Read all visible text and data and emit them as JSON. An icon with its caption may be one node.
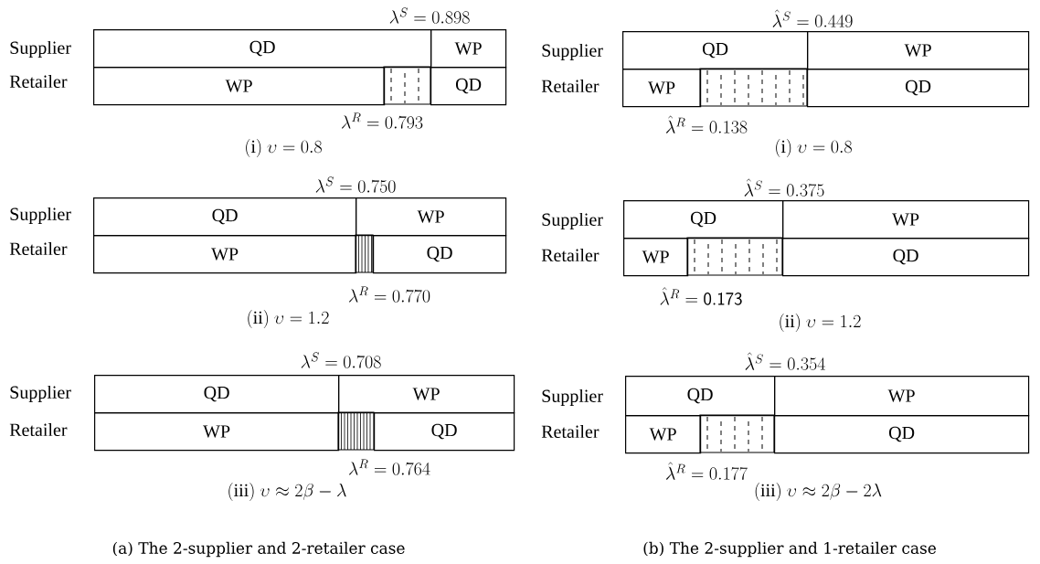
{
  "diagram": {
    "nodes": [
      {
        "text": [
          "QD"
        ]
      },
      {
        "text": [
          "WP"
        ]
      },
      {
        "text": [
          "WP"
        ]
      },
      {
        "text": [
          "QD"
        ]
      },
      {
        "text": [
          "QD"
        ]
      },
      {
        "text": [
          "WP"
        ]
      },
      {
        "text": [
          "WP"
        ]
      },
      {
        "text": [
          "QD"
        ]
      },
      {
        "text": [
          "QD"
        ]
      },
      {
        "text": [
          "WP"
        ]
      },
      {
        "text": [
          "WP"
        ]
      },
      {
        "text": [
          "QD"
        ]
      },
      {
        "text": [
          "QD"
        ]
      },
      {
        "text": [
          "WP"
        ]
      },
      {
        "text": [
          "WP"
        ]
      },
      {
        "text": [
          "QD"
        ]
      },
      {
        "text": [
          "QD"
        ]
      },
      {
        "text": [
          "WP"
        ]
      },
      {
        "text": [
          "WP"
        ]
      },
      {
        "text": [
          "QD"
        ]
      },
      {
        "text": [
          "QD"
        ]
      },
      {
        "text": [
          "WP"
        ]
      },
      {
        "text": [
          "WP"
        ]
      },
      {
        "text": [
          "QD"
        ]
      }
    ],
    "labels": [
      "\\lambda^{S} = 0.898",
      "\\hat{\\lambda}^{S} = 0.449",
      "Supplier",
      "Supplier",
      "Retailer",
      "Retailer",
      "\\lambda^{R} = 0.793",
      "\\hat{\\lambda}^{R} = 0.138",
      "\\mathrm{(i)}\\ \\upsilon = 0.8",
      "\\mathrm{(i)}\\ \\upsilon = 0.8",
      "\\lambda^{S} = 0.750",
      "\\hat{\\lambda}^{S} = 0.375",
      "Supplier",
      "Supplier",
      "Retailer",
      "Retailer",
      "\\lambda^{R} = 0.770",
      "\\hat{\\lambda}^{R} = \\mathsf{0.173}",
      "\\mathrm{(ii)}\\ \\upsilon = 1.2",
      "\\mathrm{(ii)}\\ \\upsilon = 1.2",
      "\\lambda^{S} = 0.708",
      "\\hat{\\lambda}^{S} = 0.354",
      "Supplier",
      "Supplier",
      "Retailer",
      "Retailer",
      "\\lambda^{R} = 0.764",
      "\\hat{\\lambda}^{R} = 0.177",
      "\\mathrm{(iii)}\\ \\upsilon \\approx 2\\beta - \\lambda",
      "\\mathrm{(iii)}\\ \\upsilon \\approx 2\\beta - 2\\lambda",
      "(a) The 2-supplier and 2-retailer case",
      "(b) The 2-supplier and 1-retailer case"
    ]
  }
}
